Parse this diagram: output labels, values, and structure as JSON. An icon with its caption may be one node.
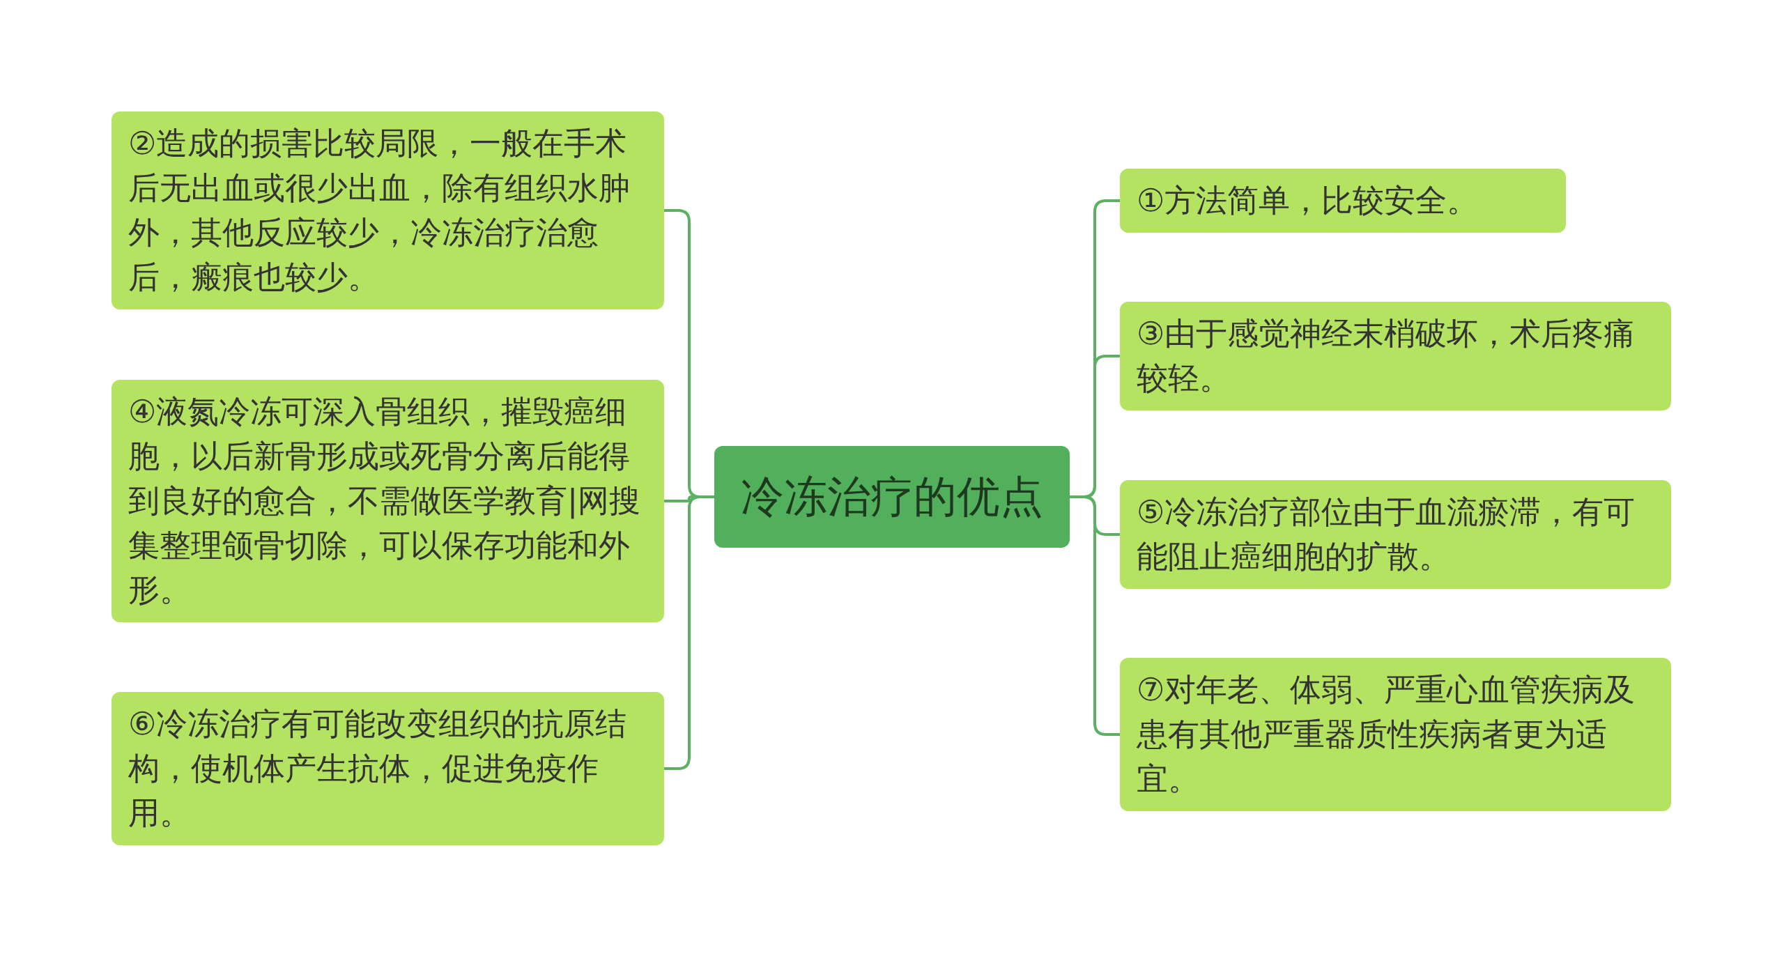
{
  "diagram": {
    "nodes": [
      {
        "text": [
          "冷冻治疗的优点"
        ]
      },
      {
        "text": [
          "②造成的损害比较局限，一般在手术后无出血或很少出血，除有组织水肿外，其他反应较少，冷冻治疗治愈后，瘢痕也较少。"
        ]
      },
      {
        "text": [
          "④液氮冷冻可深入骨组织，摧毁癌细胞，以后新骨形成或死骨分离后能得到良好的愈合，不需做医学教育|网搜集整理颌骨切除，可以保存功能和外形。"
        ]
      },
      {
        "text": [
          "⑥冷冻治疗有可能改变组织的抗原结构，使机体产生抗体，促进免疫作用。"
        ]
      },
      {
        "text": [
          "①方法简单，比较安全。"
        ]
      },
      {
        "text": [
          "③由于感觉神经末梢破坏，术后疼痛较轻。"
        ]
      },
      {
        "text": [
          "⑤冷冻治疗部位由于血流瘀滞，有可能阻止癌细胞的扩散。"
        ]
      },
      {
        "text": [
          "⑦对年老、体弱、严重心血管疾病及患有其他严重器质性疾病者更为适宜。"
        ]
      }
    ],
    "edges": [
      {
        "from": 0,
        "to": 1,
        "arrow": "none"
      },
      {
        "from": 0,
        "to": 2,
        "arrow": "none"
      },
      {
        "from": 0,
        "to": 3,
        "arrow": "none"
      },
      {
        "from": 0,
        "to": 4,
        "arrow": "none"
      },
      {
        "from": 0,
        "to": 5,
        "arrow": "none"
      },
      {
        "from": 0,
        "to": 6,
        "arrow": "none"
      },
      {
        "from": 0,
        "to": 7,
        "arrow": "none"
      }
    ]
  }
}
